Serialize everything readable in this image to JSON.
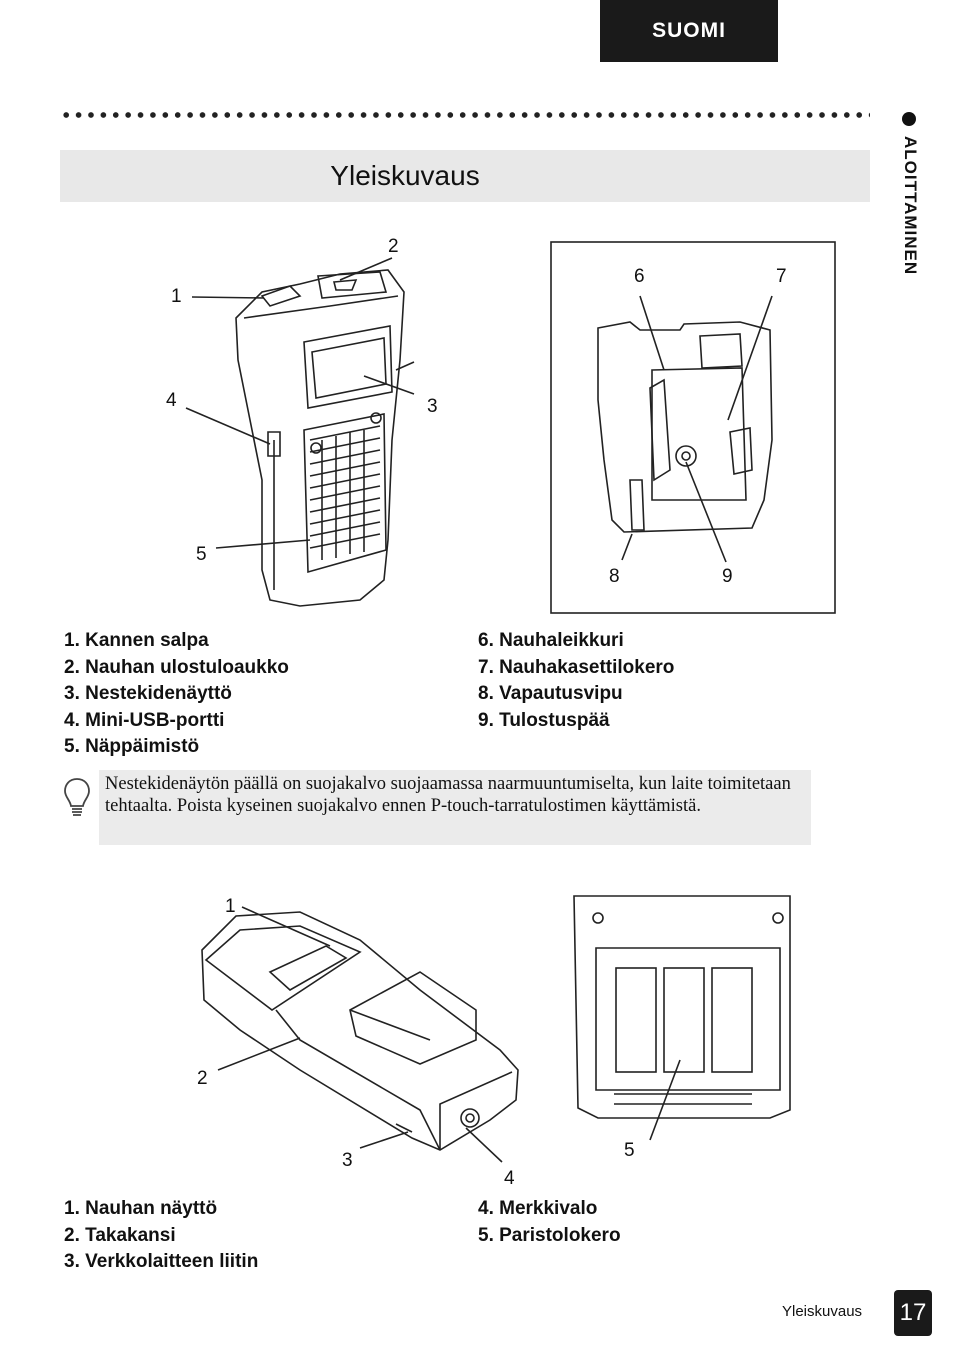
{
  "header": {
    "language_tab": "SUOMI"
  },
  "side_tab": {
    "label": "ALOITTAMINEN"
  },
  "section": {
    "title": "Yleiskuvaus"
  },
  "figure1": {
    "callouts": [
      "1",
      "2",
      "3",
      "4",
      "5",
      "6",
      "7",
      "8",
      "9"
    ],
    "parts_left": [
      "1. Kannen salpa",
      "2. Nauhan ulostuloaukko",
      "3. Nestekidenäyttö",
      "4. Mini-USB-portti",
      "5. Näppäimistö"
    ],
    "parts_right": [
      "6. Nauhaleikkuri",
      "7. Nauhakasettilokero",
      "8. Vapautusvipu",
      "9. Tulostuspää"
    ]
  },
  "note": {
    "icon": "lightbulb-icon",
    "text": "Nestekidenäytön päällä on suojakalvo suojaamassa naarmuuntumiselta, kun laite toimitetaan tehtaalta. Poista kyseinen suojakalvo ennen P-touch-tarratulostimen käyttämistä."
  },
  "figure2": {
    "callouts": [
      "1",
      "2",
      "3",
      "4",
      "5"
    ],
    "parts_left": [
      "1. Nauhan näyttö",
      "2. Takakansi",
      "3. Verkkolaitteen liitin"
    ],
    "parts_right": [
      "4. Merkkivalo",
      "5. Paristolokero"
    ]
  },
  "footer": {
    "section_name": "Yleiskuvaus",
    "page_number": "17"
  }
}
